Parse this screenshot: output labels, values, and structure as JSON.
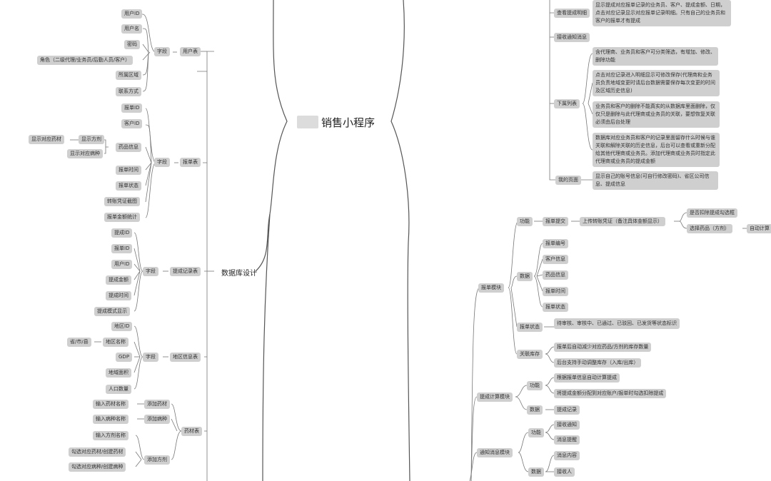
{
  "title": "销售小程序",
  "left": {
    "db": "数据库设计",
    "user": {
      "label": "用户表",
      "field": "字段",
      "fields": [
        "用户ID",
        "用户名",
        "密码",
        "角色（二级代理/业务员/后勤人员/客户）",
        "所属区域",
        "联系方式"
      ]
    },
    "report": {
      "label": "报单表",
      "field": "字段",
      "fields": [
        "报单ID",
        "客户ID",
        "药品信息",
        "报单时间",
        "报单状态",
        "转账凭证截图",
        "报单金额统计"
      ],
      "drug_sub": "显示方剂",
      "drug_sub2": "显示对应药材",
      "drug_sub3": "显示对应病种"
    },
    "commission": {
      "label": "提成记录表",
      "field": "字段",
      "fields": [
        "提成ID",
        "报单ID",
        "用户ID",
        "提成金额",
        "提成时间",
        "提成模式显示"
      ]
    },
    "region": {
      "label": "地区信息表",
      "field": "字段",
      "fields": [
        "地区ID",
        "地区名称",
        "GDP",
        "地域面积",
        "人口数量"
      ],
      "name_sub": "省/市/县"
    },
    "drug": {
      "label": "药材表",
      "add_herb": "添加药材",
      "add_disease": "添加病种",
      "add_formula": "添加方剂",
      "herb_name": "输入药材名称",
      "disease_name": "输入病种名称",
      "formula_name": "输入方剂名称",
      "check_herb": "勾选对应药材/创建药材",
      "check_disease": "勾选对应病种/创建病种"
    }
  },
  "right": {
    "view_commission": "查看提成明细",
    "view_commission_note": "显示提成对应报单记录的业务员、客户、提成金额、日期，点击对应记录显示对应报单记录明细。只有自己的业务员和客户的报单才有提成",
    "receive_notice": "接收通知消息",
    "subordinates": "下属列表",
    "sub_notes": [
      "含代理商、业务员和客户可分类筛选，有增加、修改、删除功能",
      "点击对应记录进入明细显示可修改保存(代理商和业务员负责地域变更时请后台数据需要保存每次变更的时间及区域历史信息)",
      "业务员和客户的删除不能真实的从数据库里面删除，仅仅只是删除与此代理商或业务员的关联，要想恢复关联必须由后台处理",
      "数据库对应业务员和客户的记录里面留存什么时候与谁关联和解除关联的历史信息，后台可以查看或重新分配给其他代理商或业务员。添加代理商或业务员时指定此代理商或业务员的提成金额"
    ],
    "my_page": "我的页面",
    "my_page_note": "显示自己的账号信息(可自行修改密码)、省区公司信息、提成信息",
    "report_module": "报单模块",
    "func": "功能",
    "submit": "报单提交",
    "upload": "上传转账凭证（备注具体金额显示）",
    "deduct": "是否扣除提成勾选框",
    "select_drug": "选择药品（方剂）",
    "auto_calc": "自动计算",
    "data": "数据",
    "data_items": [
      "报单编号",
      "客户信息",
      "药品信息",
      "报单时间",
      "报单状态"
    ],
    "status": "报单状态",
    "status_note": "待审核、审核中、已通过、已驳回、已发货等状态标识",
    "inventory": "关联库存",
    "inv_items": [
      "报单后自动减少对应药品/方剂的库存数量",
      "后台支持手动调整库存（入库/出库）"
    ],
    "calc_module": "提成计算模块",
    "calc_func": "功能",
    "calc_items": [
      "根据报单信息自动计算提成",
      "将提成金额分配到对应账户/报单时勾选扣除提成"
    ],
    "calc_data": "数据",
    "calc_record": "提成记录",
    "notice_module": "通知消息模块",
    "notice_func": "功能",
    "notice_items": [
      "接收通知",
      "消息提醒"
    ],
    "notice_data": "数据",
    "notice_data_items": [
      "消息内容",
      "接收人"
    ]
  }
}
